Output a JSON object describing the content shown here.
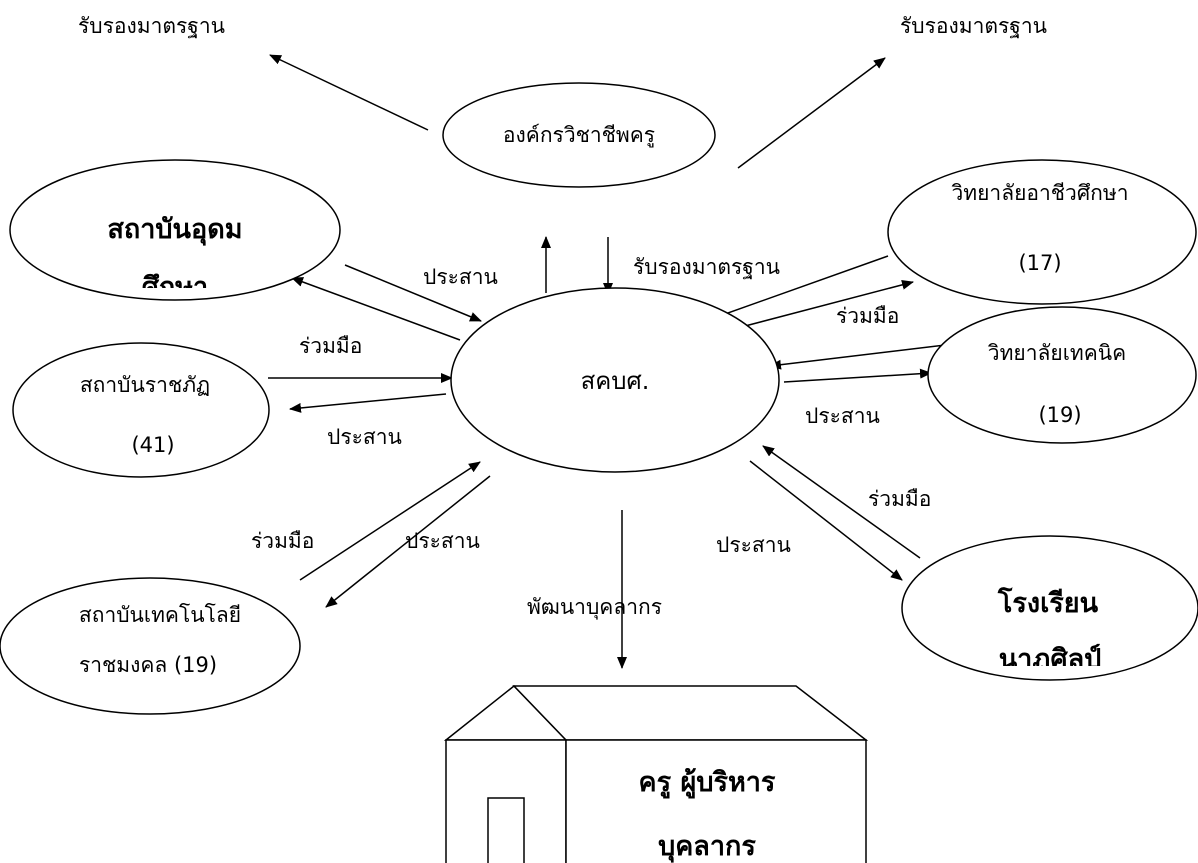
{
  "nodes": {
    "org": "องค์กรวิชาชีพครู",
    "university_line1": "สถาบันอุดม",
    "university_line2": "ศึกษา",
    "rajabhat_line1": "สถาบันราชภัฏ",
    "rajabhat_line2": "(41)",
    "rajamangala_line1": "สถาบันเทคโนโลยี",
    "rajamangala_line2": "ราชมงคล (19)",
    "center": "สคบศ.",
    "vocational_line1": "วิทยาลัยอาชีวศึกษา",
    "vocational_line2": "(17)",
    "technical_line1": "วิทยาลัยเทคนิค",
    "technical_line2": "(19)",
    "arts_line1": "โรงเรียน",
    "arts_line2": "นาฏศิลป์",
    "house_line1": "ครู ผู้บริหาร",
    "house_line2": "บุคลากร"
  },
  "labels": {
    "certify_top_left": "รับรองมาตรฐาน",
    "certify_top_right": "รับรองมาตรฐาน",
    "coordinate_up": "ประสาน",
    "certify_down": "รับรองมาตรฐาน",
    "cooperate_rajabhat": "ร่วมมือ",
    "coordinate_rajabhat": "ประสาน",
    "cooperate_vocational": "ร่วมมือ",
    "coordinate_technical": "ประสาน",
    "cooperate_rajamangala": "ร่วมมือ",
    "coordinate_rajamangala": "ประสาน",
    "develop_personnel": "พัฒนาบุคลากร",
    "coordinate_arts": "ประสาน",
    "cooperate_arts": "ร่วมมือ"
  }
}
